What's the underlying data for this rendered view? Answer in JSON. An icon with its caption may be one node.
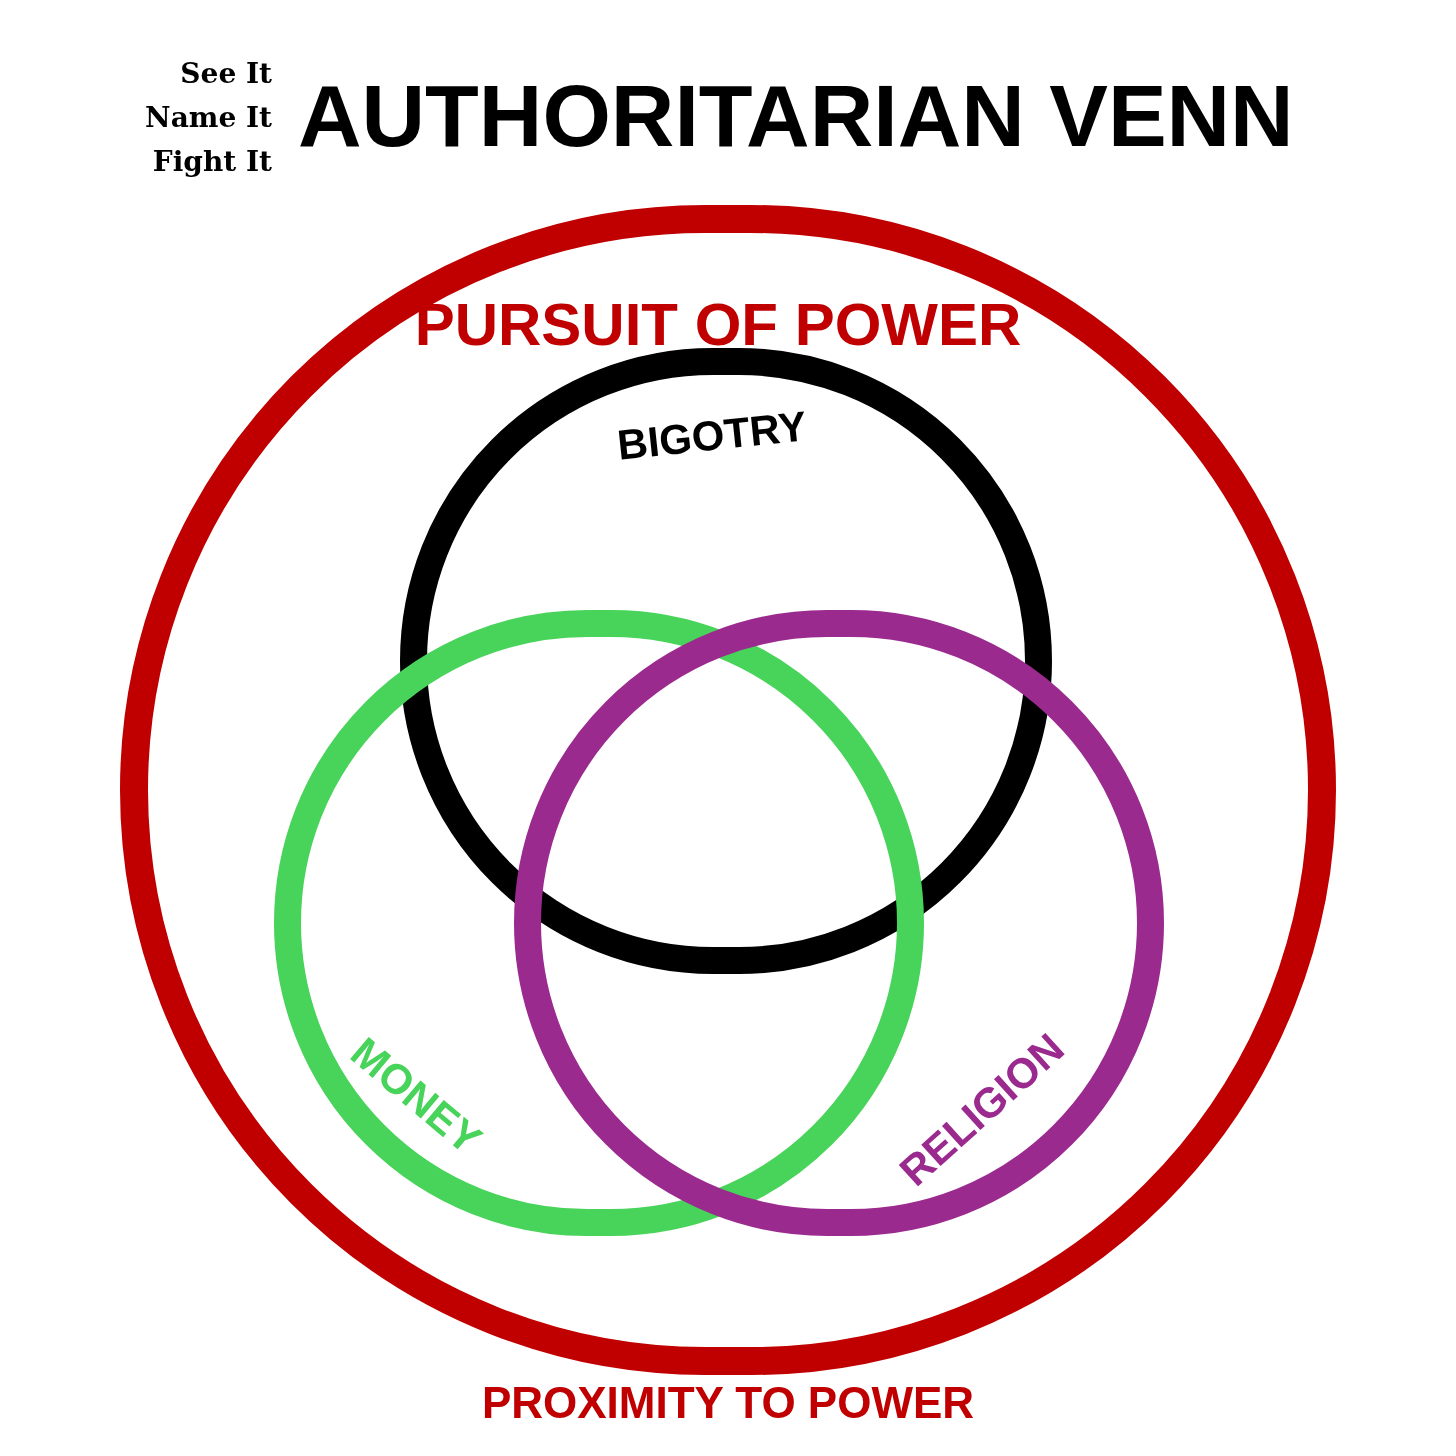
{
  "diagram": {
    "title": "AUTHORITARIAN VENN",
    "nodes": [
      {
        "text": [
          "PURSUIT OF POWER",
          "PROXIMITY TO POWER"
        ]
      },
      {
        "text": [
          "BIGOTRY"
        ],
        "in": 0
      },
      {
        "text": [
          "MONEY"
        ],
        "in": 0
      },
      {
        "text": [
          "RELIGION"
        ],
        "in": 0
      }
    ],
    "labels": [
      "See It",
      "Name It",
      "Fight It"
    ]
  }
}
